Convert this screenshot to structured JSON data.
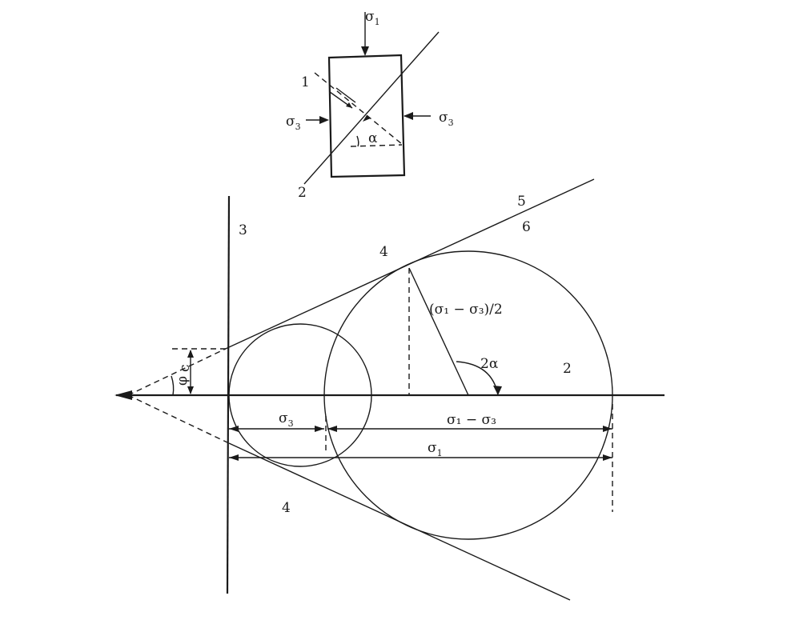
{
  "specimen": {
    "sigma1_label": "σ",
    "sigma1_sub": "1",
    "sigma3_left_label": "σ",
    "sigma3_left_sub": "3",
    "sigma3_right_label": "σ",
    "sigma3_right_sub": "3",
    "alpha_label": "α",
    "marker_1": "1",
    "marker_2": "2"
  },
  "mohr": {
    "marker_3": "3",
    "marker_4_upper": "4",
    "marker_4_lower": "4",
    "marker_5": "5",
    "marker_6": "6",
    "marker_2": "2",
    "radius_label": "(σ₁ − σ₃)/2",
    "two_alpha_label": "2α",
    "phi_label": "φ",
    "c_label": "c",
    "sigma3_dim_label": "σ",
    "sigma3_dim_sub": "3",
    "diff_dim_label": "σ₁ − σ₃",
    "sigma1_dim_label": "σ",
    "sigma1_dim_sub": "1"
  }
}
